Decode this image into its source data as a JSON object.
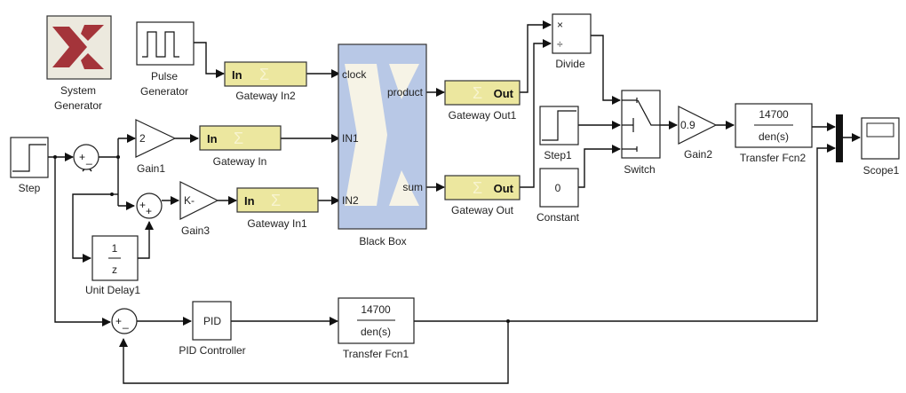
{
  "diagram": {
    "blocks": {
      "system_generator": {
        "label_line1": "System",
        "label_line2": "Generator",
        "color": "#a4343a"
      },
      "pulse_generator": {
        "label_line1": "Pulse",
        "label_line2": "Generator"
      },
      "gateway_in2": {
        "label": "Gateway In2",
        "text": "In"
      },
      "gateway_in": {
        "label": "Gateway In",
        "text": "In"
      },
      "gateway_in1": {
        "label": "Gateway In1",
        "text": "In"
      },
      "step": {
        "label": "Step"
      },
      "sum1": {
        "signs": [
          "+",
          "_"
        ]
      },
      "sum2": {
        "signs": [
          "+",
          "+"
        ]
      },
      "sum3": {
        "signs": [
          "+",
          "_"
        ]
      },
      "gain1": {
        "label": "Gain1",
        "value": "2"
      },
      "gain3": {
        "label": "Gain3",
        "value": "K-"
      },
      "gain2": {
        "label": "Gain2",
        "value": "0.9"
      },
      "unit_delay1": {
        "label": "Unit Delay1",
        "num": "1",
        "den": "z"
      },
      "black_box": {
        "label": "Black Box",
        "ports_in": [
          "clock",
          "IN1",
          "IN2"
        ],
        "ports_out": [
          "product",
          "sum"
        ],
        "color": "#b8c8e6"
      },
      "gateway_out1": {
        "label": "Gateway Out1",
        "text": "Out"
      },
      "gateway_out": {
        "label": "Gateway Out",
        "text": "Out"
      },
      "divide": {
        "label": "Divide",
        "op1": "×",
        "op2": "÷"
      },
      "step1": {
        "label": "Step1"
      },
      "constant": {
        "label": "Constant",
        "value": "0"
      },
      "switch": {
        "label": "Switch"
      },
      "transfer_fcn2": {
        "label": "Transfer Fcn2",
        "num": "14700",
        "den": "den(s)"
      },
      "scope1": {
        "label": "Scope1"
      },
      "pid_controller": {
        "label": "PID Controller",
        "text": "PID"
      },
      "transfer_fcn1": {
        "label": "Transfer Fcn1",
        "num": "14700",
        "den": "den(s)"
      }
    }
  }
}
